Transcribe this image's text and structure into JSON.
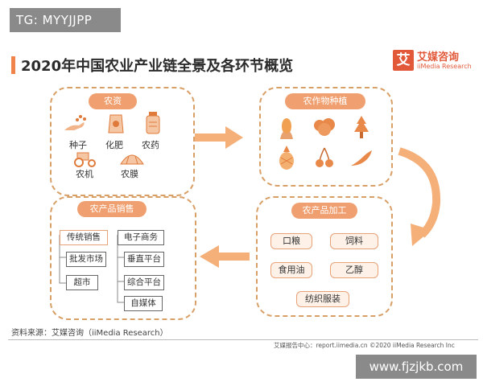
{
  "tag": "TG: MYYJJPP",
  "title": "2020年中国农业产业链全景及各环节概览",
  "logo": {
    "mark": "艾",
    "cn": "艾媒咨询",
    "en": "iiMedia Research"
  },
  "inputs": {
    "header": "农资",
    "items": [
      "种子",
      "化肥",
      "农药",
      "农机",
      "农膜"
    ]
  },
  "planting": {
    "header": "农作物种植",
    "crops": [
      "corn-icon",
      "broccoli-icon",
      "wheat-icon",
      "pineapple-icon",
      "cherry-icon",
      "chili-icon"
    ]
  },
  "processing": {
    "header": "农产品加工",
    "items": [
      "口粮",
      "饲料",
      "食用油",
      "乙醇",
      "纺织服装"
    ]
  },
  "sales": {
    "header": "农产品销售",
    "traditional": "传统销售",
    "traditional_items": [
      "批发市场",
      "超市"
    ],
    "ecommerce": "电子商务",
    "ecommerce_items": [
      "垂直平台",
      "综合平台",
      "自媒体"
    ]
  },
  "source": "资料来源：艾媒咨询（iiMedia Research）",
  "footer": "艾媒报告中心：report.iimedia.cn  ©2020  iiMedia Research  Inc",
  "watermark": "www.fjzjkb.com",
  "colors": {
    "accent": "#f0834a",
    "dashed_border": "#d8a067",
    "arrow": "#f5b07a",
    "pill": "#f0a070",
    "logo": "#e2593a"
  }
}
